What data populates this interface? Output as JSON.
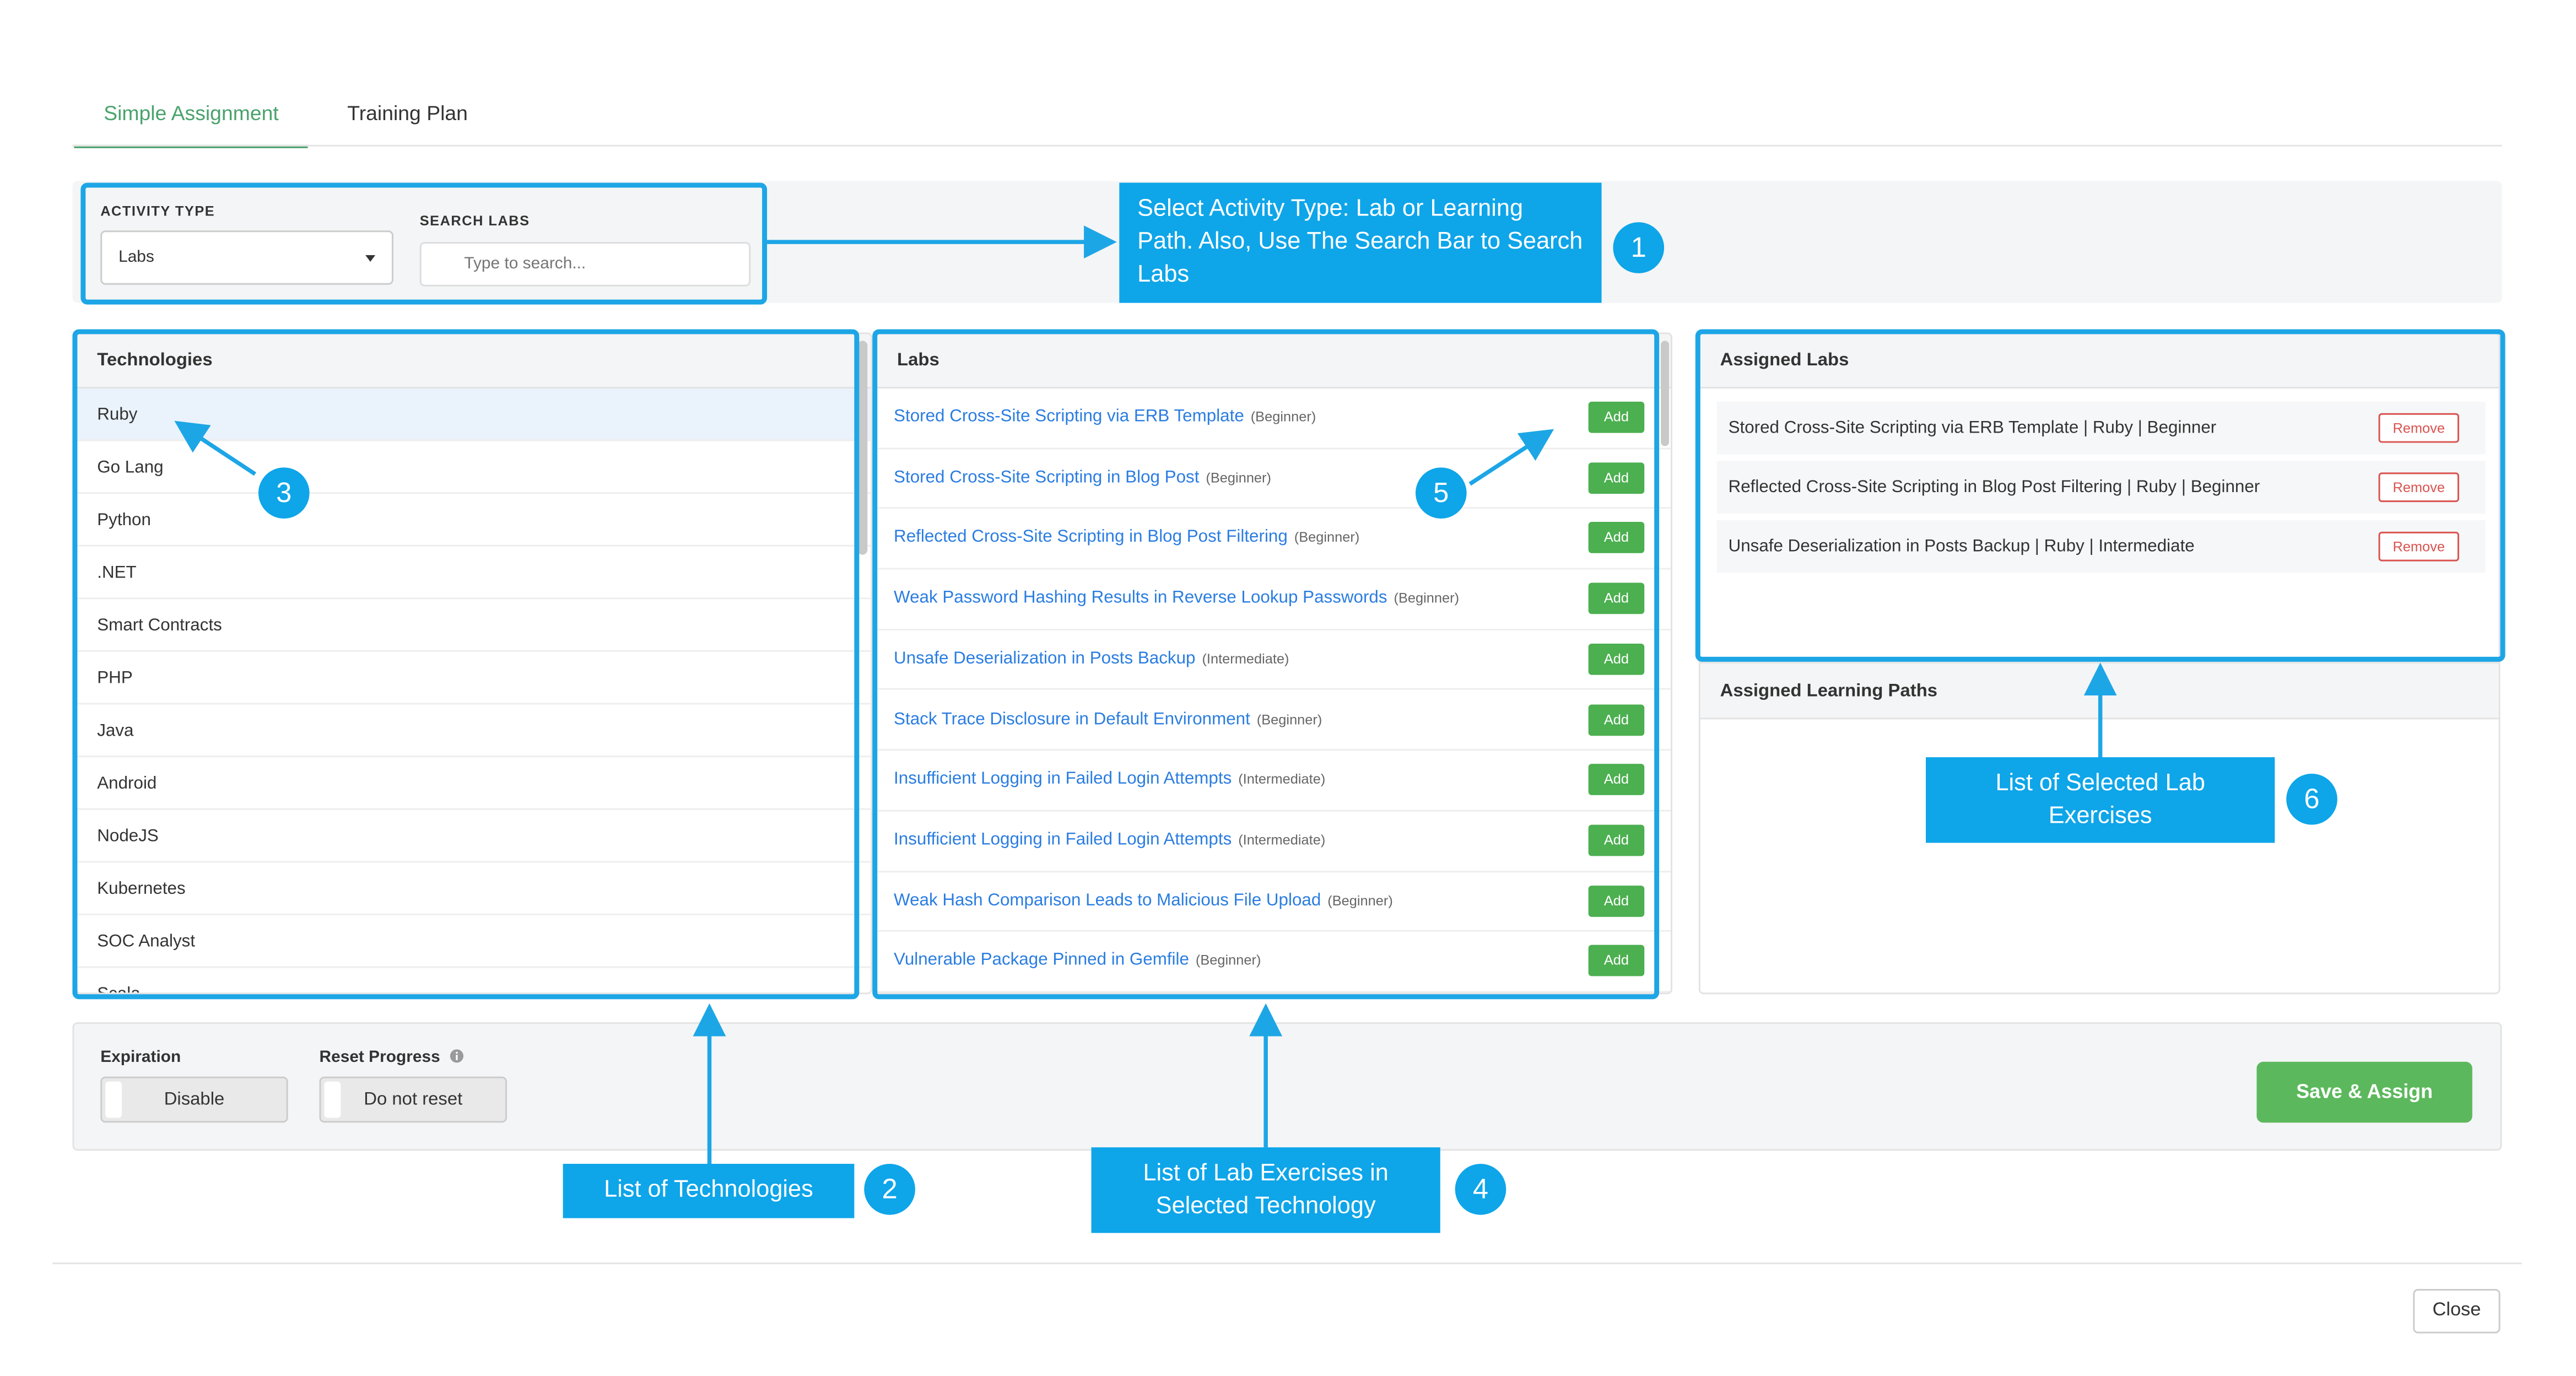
{
  "tabs": [
    {
      "label": "Simple Assignment",
      "active": true
    },
    {
      "label": "Training Plan",
      "active": false
    }
  ],
  "filters": {
    "activity_type_label": "ACTIVITY TYPE",
    "activity_type_value": "Labs",
    "search_label": "SEARCH LABS",
    "search_placeholder": "Type to search..."
  },
  "technologies": {
    "title": "Technologies",
    "selected": "Ruby",
    "items": [
      "Ruby",
      "Go Lang",
      "Python",
      ".NET",
      "Smart Contracts",
      "PHP",
      "Java",
      "Android",
      "NodeJS",
      "Kubernetes",
      "SOC Analyst",
      "Scala"
    ]
  },
  "labs": {
    "title": "Labs",
    "add_label": "Add",
    "items": [
      {
        "name": "Stored Cross-Site Scripting via ERB Template",
        "level": "(Beginner)"
      },
      {
        "name": "Stored Cross-Site Scripting in Blog Post",
        "level": "(Beginner)"
      },
      {
        "name": "Reflected Cross-Site Scripting in Blog Post Filtering",
        "level": "(Beginner)"
      },
      {
        "name": "Weak Password Hashing Results in Reverse Lookup Passwords",
        "level": "(Beginner)"
      },
      {
        "name": "Unsafe Deserialization in Posts Backup",
        "level": "(Intermediate)"
      },
      {
        "name": "Stack Trace Disclosure in Default Environment",
        "level": "(Beginner)"
      },
      {
        "name": "Insufficient Logging in Failed Login Attempts",
        "level": "(Intermediate)"
      },
      {
        "name": "Insufficient Logging in Failed Login Attempts",
        "level": "(Intermediate)"
      },
      {
        "name": "Weak Hash Comparison Leads to Malicious File Upload",
        "level": "(Beginner)"
      },
      {
        "name": "Vulnerable Package Pinned in Gemfile",
        "level": "(Beginner)"
      }
    ]
  },
  "assigned_labs": {
    "title": "Assigned Labs",
    "remove_label": "Remove",
    "items": [
      "Stored Cross-Site Scripting via ERB Template | Ruby | Beginner",
      "Reflected Cross-Site Scripting in Blog Post Filtering | Ruby | Beginner",
      "Unsafe Deserialization in Posts Backup | Ruby | Intermediate"
    ]
  },
  "assigned_paths": {
    "title": "Assigned Learning Paths"
  },
  "settings": {
    "expiration_label": "Expiration",
    "expiration_value": "Disable",
    "reset_label": "Reset Progress",
    "reset_value": "Do not reset",
    "info_icon": "info-icon"
  },
  "actions": {
    "save_label": "Save & Assign",
    "close_label": "Close"
  },
  "annotations": [
    {
      "number": "1",
      "text": "Select Activity Type: Lab or Learning Path. Also, Use The Search Bar to Search Labs"
    },
    {
      "number": "2",
      "text": "List of Technologies"
    },
    {
      "number": "3",
      "text": ""
    },
    {
      "number": "4",
      "text": "List of Lab Exercises in Selected Technology"
    },
    {
      "number": "5",
      "text": ""
    },
    {
      "number": "6",
      "text": "List of Selected Lab Exercises"
    }
  ],
  "colors": {
    "accent": "#4aa26c",
    "annotation": "#0ea5e9",
    "link": "#2a7de1",
    "add": "#4caf50",
    "remove": "#d9534f"
  }
}
